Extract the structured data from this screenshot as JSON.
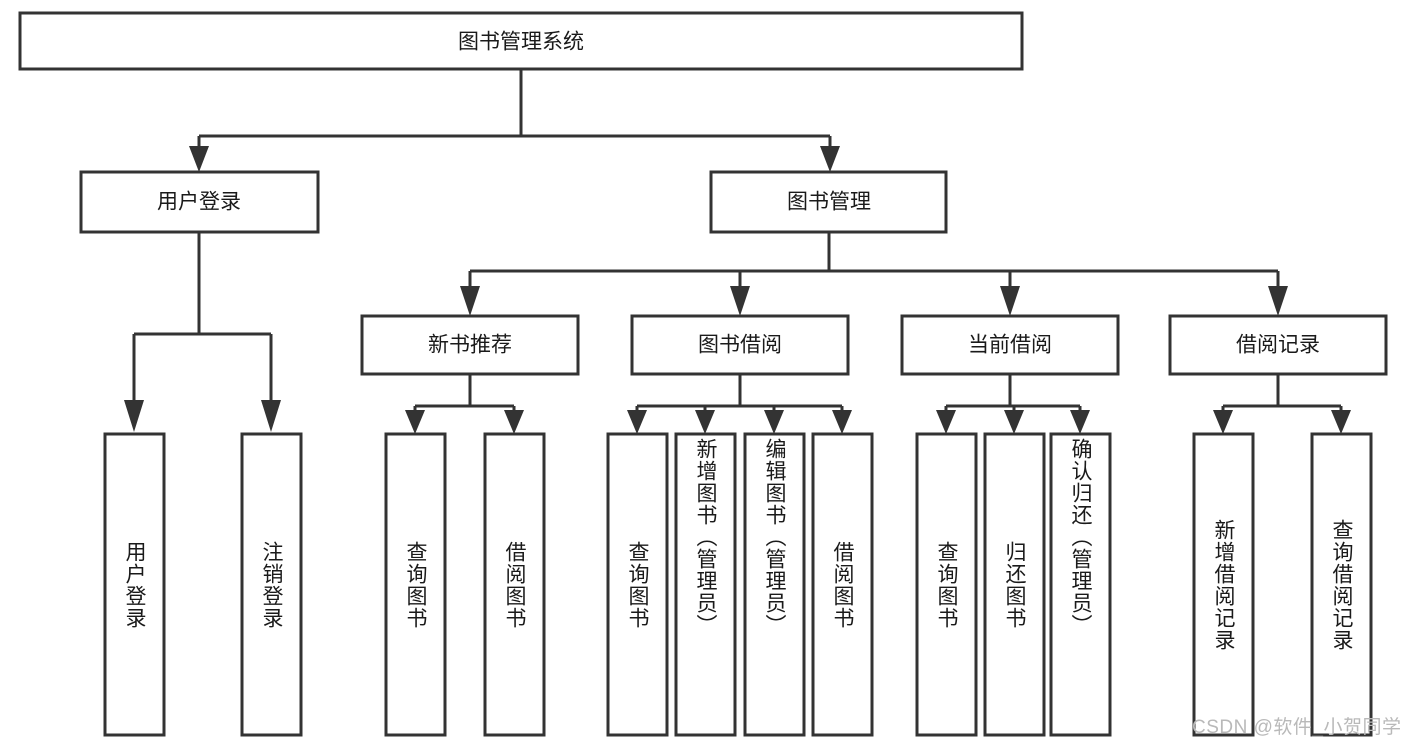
{
  "diagram": {
    "type": "tree-hierarchy",
    "title": "图书管理系统",
    "watermark": "CSDN @软件_小贺同学",
    "colors": {
      "stroke": "#333333",
      "fill": "#ffffff",
      "text": "#1a1a1a",
      "watermark": "#b9b9b9"
    },
    "levels": {
      "root": {
        "label": "图书管理系统"
      },
      "level2": [
        {
          "label": "用户登录"
        },
        {
          "label": "图书管理"
        }
      ],
      "level3": [
        {
          "label": "新书推荐"
        },
        {
          "label": "图书借阅"
        },
        {
          "label": "当前借阅"
        },
        {
          "label": "借阅记录"
        }
      ],
      "leaves": [
        {
          "label": "用户登录",
          "parent": "用户登录"
        },
        {
          "label": "注销登录",
          "parent": "用户登录"
        },
        {
          "label": "查询图书",
          "parent": "新书推荐"
        },
        {
          "label": "借阅图书",
          "parent": "新书推荐"
        },
        {
          "label": "查询图书",
          "parent": "图书借阅"
        },
        {
          "label": "新增图书（管理员）",
          "parent": "图书借阅"
        },
        {
          "label": "编辑图书（管理员）",
          "parent": "图书借阅"
        },
        {
          "label": "借阅图书",
          "parent": "图书借阅"
        },
        {
          "label": "查询图书",
          "parent": "当前借阅"
        },
        {
          "label": "归还图书",
          "parent": "当前借阅"
        },
        {
          "label": "确认归还（管理员）",
          "parent": "当前借阅"
        },
        {
          "label": "新增借阅记录",
          "parent": "借阅记录"
        },
        {
          "label": "查询借阅记录",
          "parent": "借阅记录"
        }
      ]
    }
  }
}
